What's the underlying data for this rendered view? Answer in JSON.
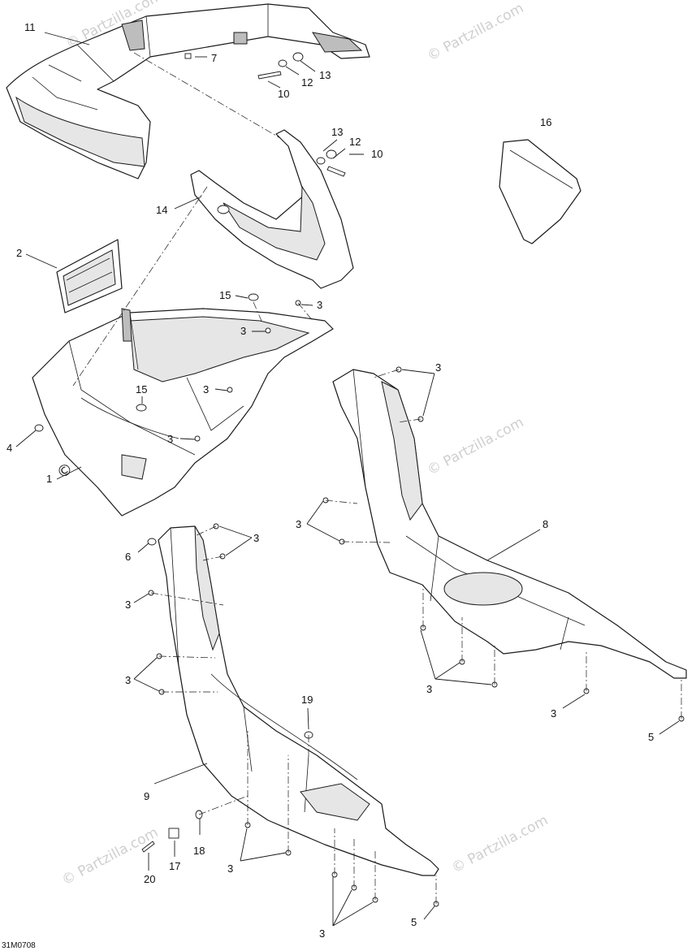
{
  "diagram_ref": "31M0708",
  "watermark": "© Partzilla.com",
  "callouts": {
    "c1": "1",
    "c2": "2",
    "c3": "3",
    "c4": "4",
    "c5": "5",
    "c6": "6",
    "c7": "7",
    "c8": "8",
    "c9": "9",
    "c10": "10",
    "c11": "11",
    "c12": "12",
    "c13": "13",
    "c14": "14",
    "c15": "15",
    "c16": "16",
    "c17": "17",
    "c18": "18",
    "c19": "19",
    "c20": "20"
  }
}
